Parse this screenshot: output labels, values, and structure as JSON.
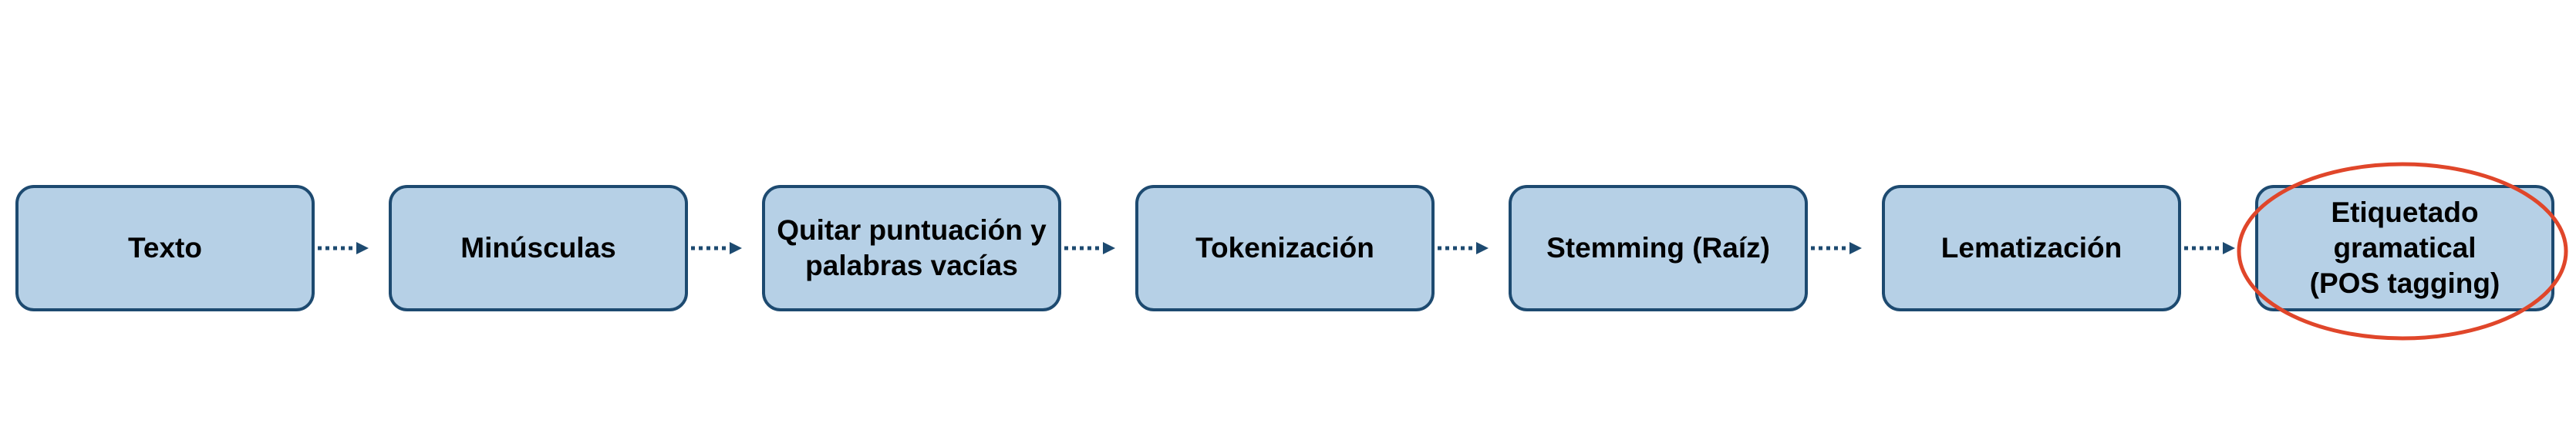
{
  "steps": [
    {
      "label": "Texto"
    },
    {
      "label": "Minúsculas"
    },
    {
      "label": "Quitar puntuación y\npalabras vacías"
    },
    {
      "label": "Tokenización"
    },
    {
      "label": "Stemming (Raíz)"
    },
    {
      "label": "Lematización"
    },
    {
      "label": "Etiquetado\ngramatical\n(POS tagging)"
    }
  ],
  "colors": {
    "box_fill": "#b6d0e6",
    "box_border": "#1d4a70",
    "arrow": "#1d4a70",
    "highlight": "#e0462a"
  },
  "highlighted_step": 6
}
